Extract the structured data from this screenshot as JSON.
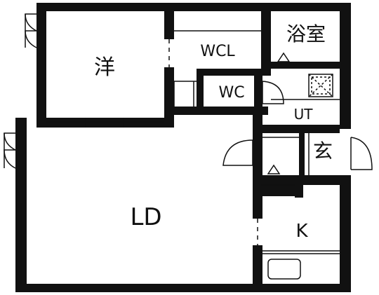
{
  "rooms": {
    "western": {
      "label": "洋"
    },
    "wcl": {
      "label": "WCL"
    },
    "bath": {
      "label": "浴室"
    },
    "wc": {
      "label": "WC"
    },
    "ut": {
      "label": "UT"
    },
    "entrance": {
      "label": "玄"
    },
    "ld": {
      "label": "LD"
    },
    "kitchen": {
      "label": "K"
    }
  }
}
